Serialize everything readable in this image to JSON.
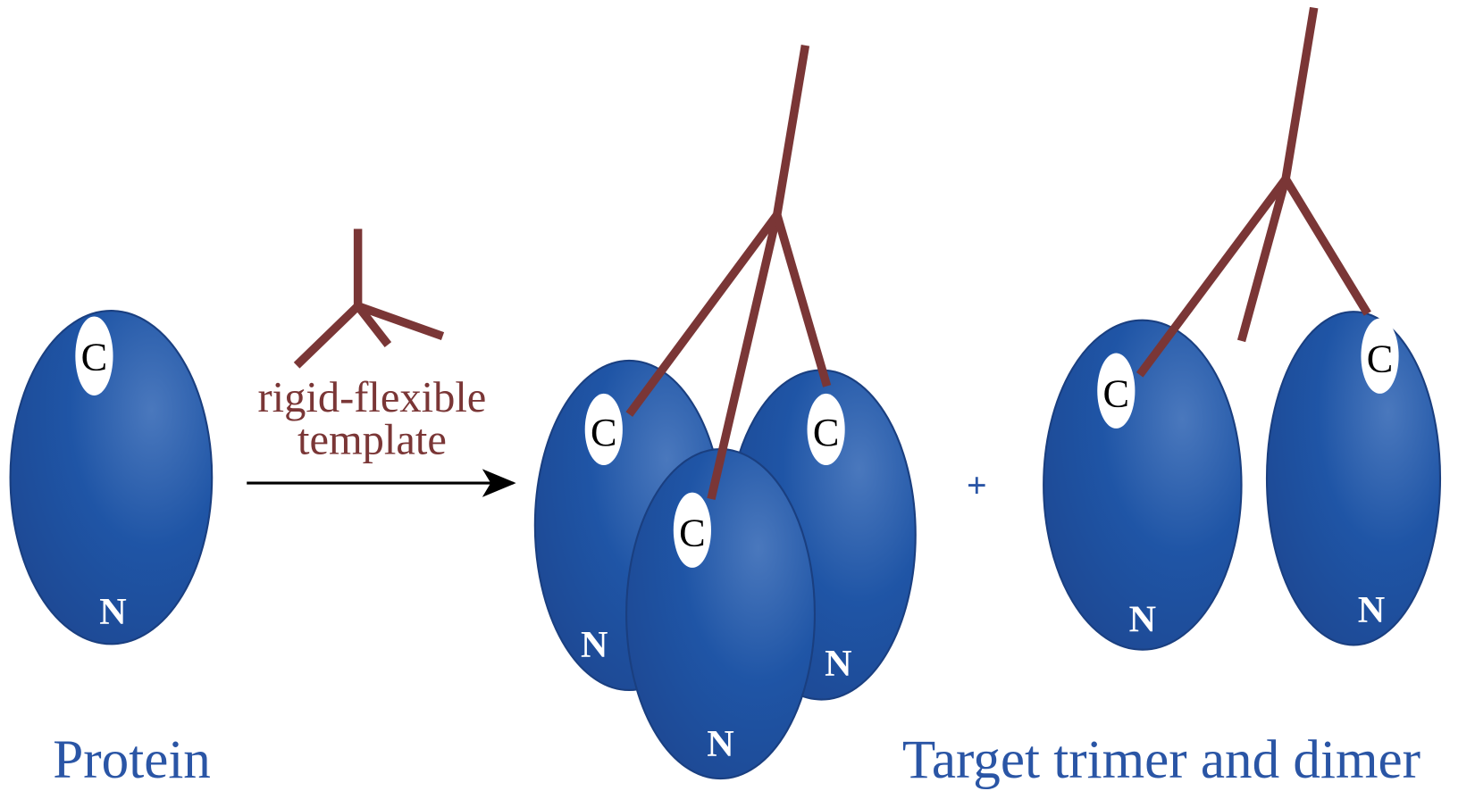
{
  "colors": {
    "protein": "#1f4f9e",
    "template": "#7a3636",
    "label": "#2a55a5",
    "arrow": "#000000"
  },
  "reagent": {
    "line1": "rigid-flexible",
    "line2": "template"
  },
  "terminus": {
    "c": "C",
    "n": "N"
  },
  "plus": "+",
  "captions": {
    "left": "Protein",
    "right": "Target trimer and dimer"
  }
}
